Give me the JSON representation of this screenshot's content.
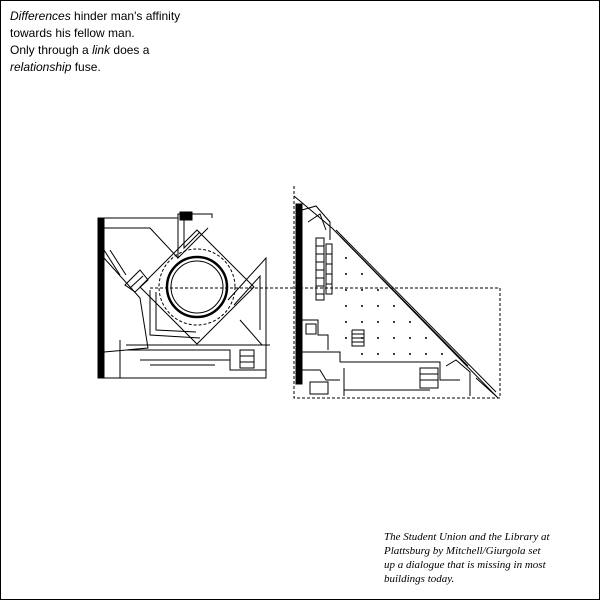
{
  "intro": {
    "line1_em": "Differences",
    "line1_rest": " hinder man's affinity",
    "line2": "towards his fellow man.",
    "line3_pre": "Only through a ",
    "line3_em": "link",
    "line3_post": " does a",
    "line4_em": "relationship",
    "line4_rest": " fuse."
  },
  "caption": {
    "line1": "The Student Union and the Library at",
    "line2": "Plattsburg by Mitchell/Giurgola set",
    "line3": "up a dialogue that is missing in most",
    "line4": "buildings today."
  },
  "colors": {
    "ink": "#000000",
    "paper": "#ffffff"
  }
}
